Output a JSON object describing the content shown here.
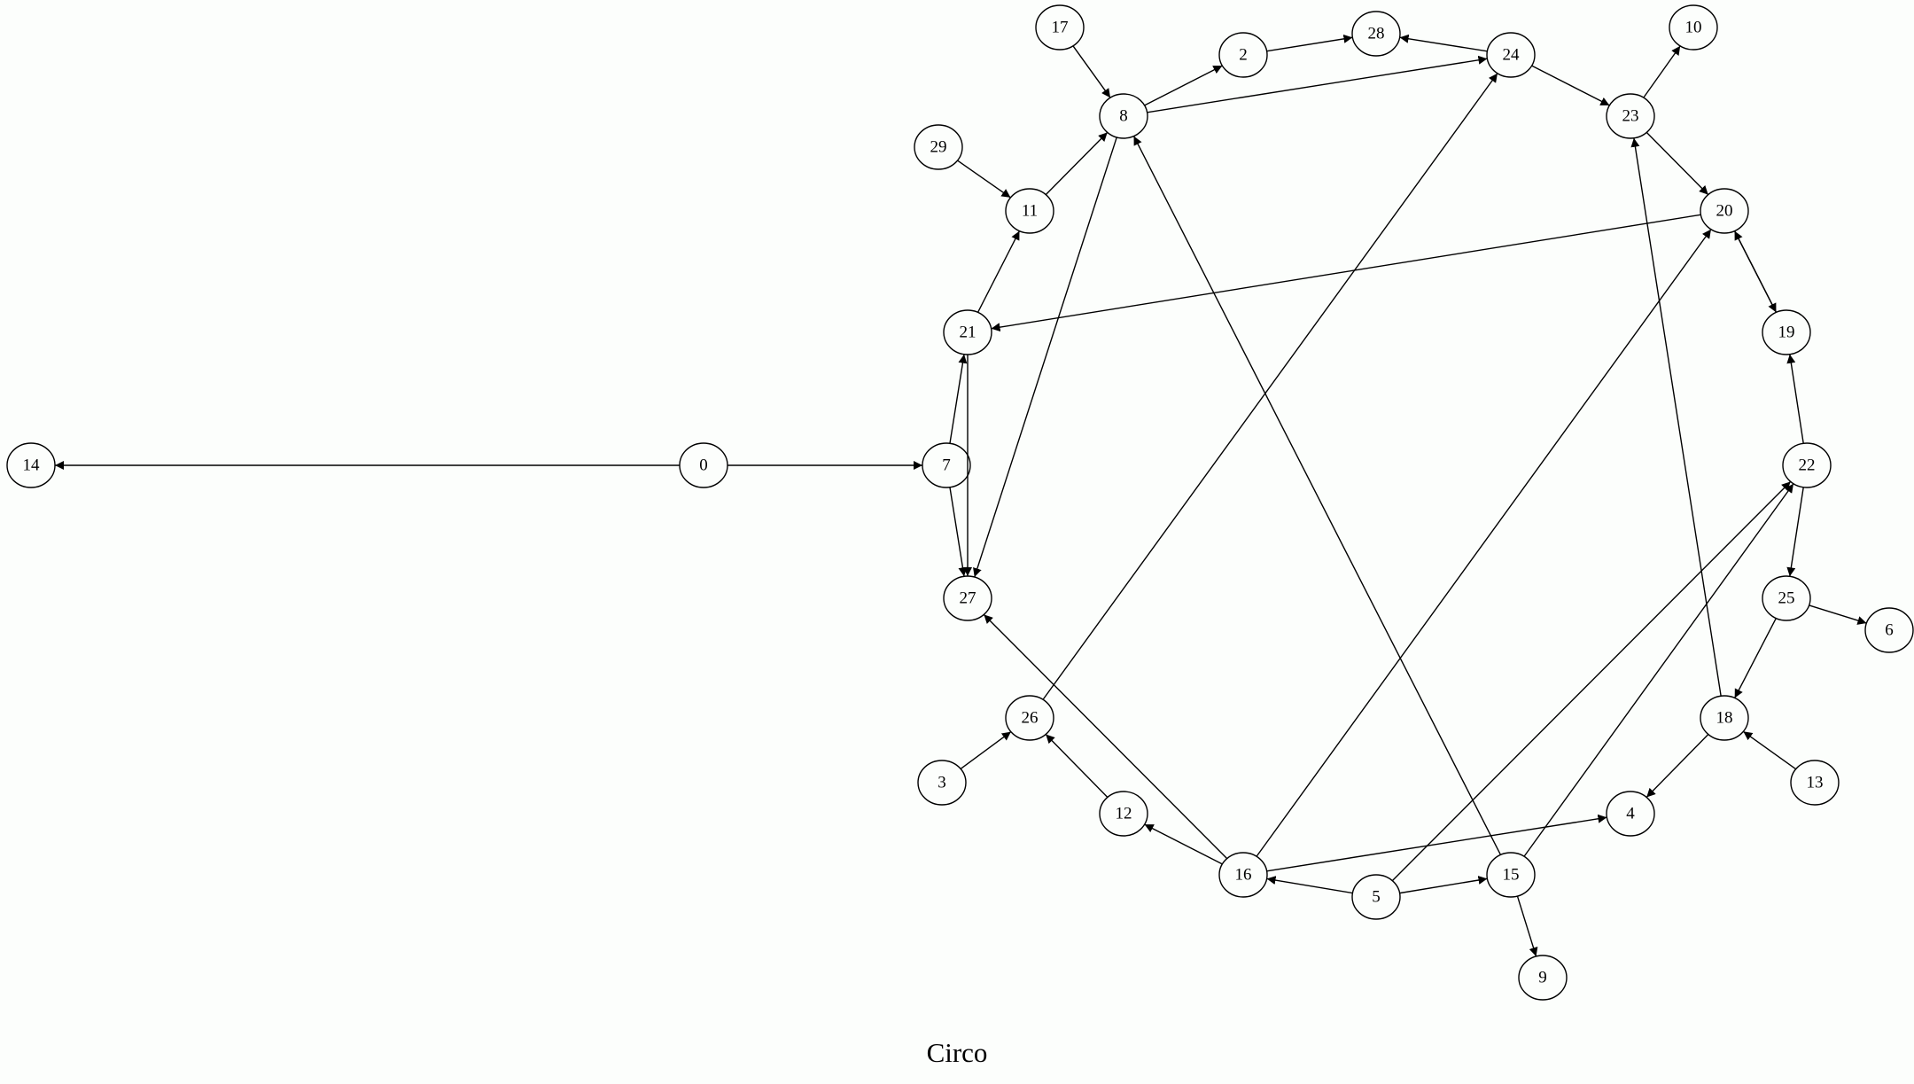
{
  "title": "Circo",
  "nodes": [
    {
      "id": "0"
    },
    {
      "id": "2"
    },
    {
      "id": "3"
    },
    {
      "id": "4"
    },
    {
      "id": "5"
    },
    {
      "id": "6"
    },
    {
      "id": "7"
    },
    {
      "id": "8"
    },
    {
      "id": "9"
    },
    {
      "id": "10"
    },
    {
      "id": "11"
    },
    {
      "id": "12"
    },
    {
      "id": "13"
    },
    {
      "id": "14"
    },
    {
      "id": "15"
    },
    {
      "id": "16"
    },
    {
      "id": "17"
    },
    {
      "id": "18"
    },
    {
      "id": "19"
    },
    {
      "id": "20"
    },
    {
      "id": "21"
    },
    {
      "id": "22"
    },
    {
      "id": "23"
    },
    {
      "id": "24"
    },
    {
      "id": "25"
    },
    {
      "id": "26"
    },
    {
      "id": "27"
    },
    {
      "id": "28"
    },
    {
      "id": "29"
    }
  ],
  "edges": [
    [
      "0",
      "14"
    ],
    [
      "0",
      "7"
    ],
    [
      "7",
      "21"
    ],
    [
      "7",
      "27"
    ],
    [
      "21",
      "27"
    ],
    [
      "21",
      "11"
    ],
    [
      "29",
      "11"
    ],
    [
      "11",
      "8"
    ],
    [
      "17",
      "8"
    ],
    [
      "8",
      "2"
    ],
    [
      "8",
      "24"
    ],
    [
      "8",
      "27"
    ],
    [
      "2",
      "28"
    ],
    [
      "24",
      "28"
    ],
    [
      "24",
      "23"
    ],
    [
      "23",
      "10"
    ],
    [
      "23",
      "20"
    ],
    [
      "20",
      "21"
    ],
    [
      "20",
      "19"
    ],
    [
      "19",
      "20"
    ],
    [
      "22",
      "19"
    ],
    [
      "22",
      "25"
    ],
    [
      "25",
      "6"
    ],
    [
      "25",
      "18"
    ],
    [
      "18",
      "23"
    ],
    [
      "18",
      "4"
    ],
    [
      "13",
      "18"
    ],
    [
      "16",
      "4"
    ],
    [
      "16",
      "12"
    ],
    [
      "16",
      "27"
    ],
    [
      "16",
      "20"
    ],
    [
      "12",
      "26"
    ],
    [
      "3",
      "26"
    ],
    [
      "26",
      "24"
    ],
    [
      "5",
      "16"
    ],
    [
      "5",
      "15"
    ],
    [
      "5",
      "22"
    ],
    [
      "15",
      "22"
    ],
    [
      "15",
      "8"
    ],
    [
      "15",
      "9"
    ]
  ]
}
